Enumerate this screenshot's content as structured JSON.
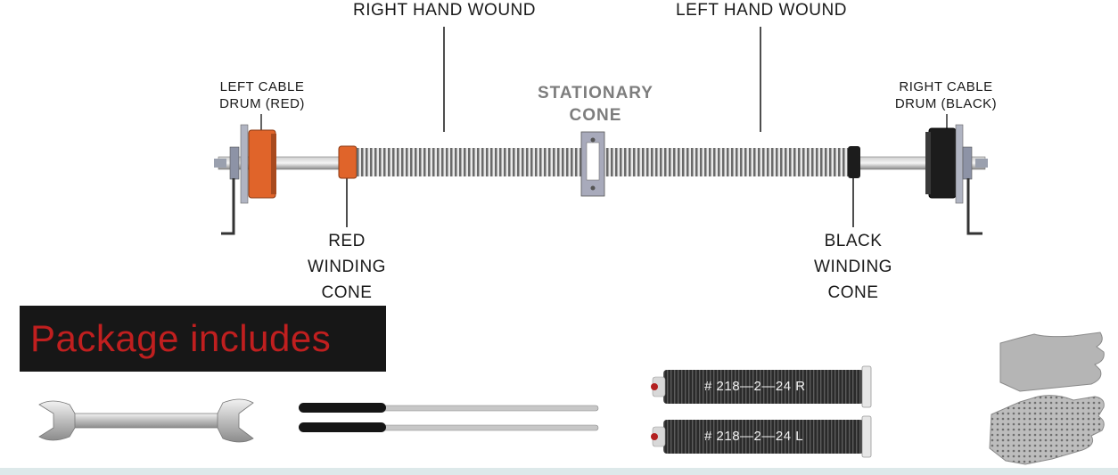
{
  "labels": {
    "right_hand_wound": "RIGHT HAND WOUND",
    "left_hand_wound": "LEFT HAND WOUND",
    "left_cable_drum_1": "LEFT CABLE",
    "left_cable_drum_2": "DRUM (RED)",
    "right_cable_drum_1": "RIGHT CABLE",
    "right_cable_drum_2": "DRUM (BLACK)",
    "stationary_1": "STATIONARY",
    "stationary_2": "CONE",
    "red_cone_1": "RED",
    "red_cone_2": "WINDING",
    "red_cone_3": "CONE",
    "black_cone_1": "BLACK",
    "black_cone_2": "WINDING",
    "black_cone_3": "CONE"
  },
  "package": {
    "title": "Package includes",
    "spring_right_label": "# 218—2—24  R",
    "spring_left_label": "# 218—2—24  L"
  },
  "colors": {
    "red_component": "#e0642a",
    "black_component": "#1c1c1c",
    "banner_text": "#c01f1f",
    "banner_bg": "#171717"
  }
}
